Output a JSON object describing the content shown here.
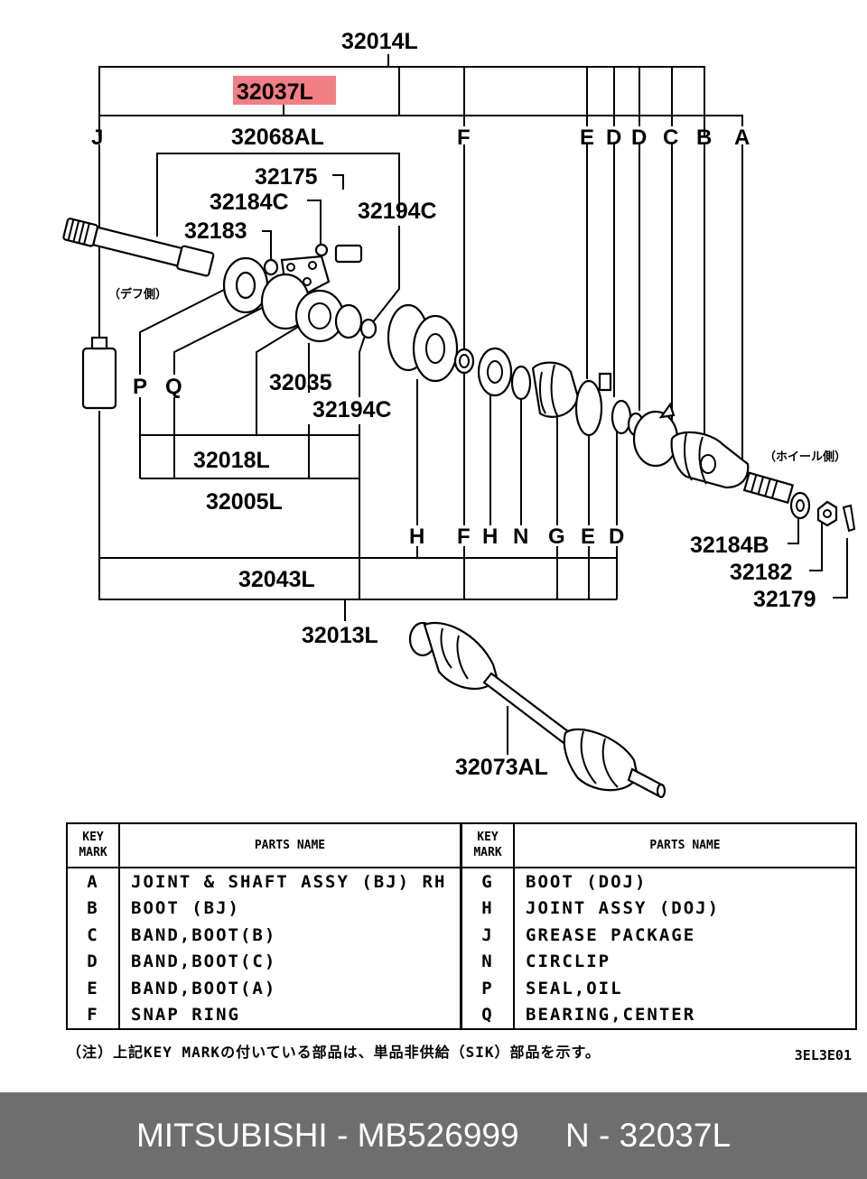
{
  "diagram": {
    "highlight_color": "#f27f85",
    "labels": {
      "p32014L": "32014L",
      "p32037L": "32037L",
      "p32068AL": "32068AL",
      "p32175": "32175",
      "p32184C": "32184C",
      "p32194C_top": "32194C",
      "p32183": "32183",
      "p32035": "32035",
      "p32194C_bot": "32194C",
      "p32018L": "32018L",
      "p32005L": "32005L",
      "p32043L": "32043L",
      "p32013L": "32013L",
      "p32073AL": "32073AL",
      "p32184B": "32184B",
      "p32182": "32182",
      "p32179": "32179",
      "note_diff": "（デフ側）",
      "note_wheel": "（ホイール側）"
    },
    "top_letters": [
      "J",
      "F",
      "E",
      "D",
      "D",
      "C",
      "B",
      "A"
    ],
    "side_letters": [
      "P",
      "Q"
    ],
    "bottom_letters": [
      "H",
      "F",
      "H",
      "N",
      "G",
      "E",
      "D"
    ]
  },
  "table": {
    "header_key": [
      "KEY",
      "MARK"
    ],
    "header_name": "PARTS NAME",
    "left_rows": [
      {
        "key": "A",
        "name": "JOINT & SHAFT ASSY (BJ) RH"
      },
      {
        "key": "B",
        "name": "BOOT (BJ)"
      },
      {
        "key": "C",
        "name": "BAND,BOOT(B)"
      },
      {
        "key": "D",
        "name": "BAND,BOOT(C)"
      },
      {
        "key": "E",
        "name": "BAND,BOOT(A)"
      },
      {
        "key": "F",
        "name": "SNAP RING"
      }
    ],
    "right_rows": [
      {
        "key": "G",
        "name": "BOOT (DOJ)"
      },
      {
        "key": "H",
        "name": "JOINT ASSY (DOJ)"
      },
      {
        "key": "J",
        "name": "GREASE PACKAGE"
      },
      {
        "key": "N",
        "name": "CIRCLIP"
      },
      {
        "key": "P",
        "name": "SEAL,OIL"
      },
      {
        "key": "Q",
        "name": "BEARING,CENTER"
      }
    ]
  },
  "footnote": "（注）上記KEY MARKの付いている部品は、単品非供給（SIK）部品を示す。",
  "figure_code": "3EL3E01",
  "banner": {
    "brand": "MITSUBISHI",
    "part_number": "MB526999",
    "ref": "N - 32037L"
  }
}
